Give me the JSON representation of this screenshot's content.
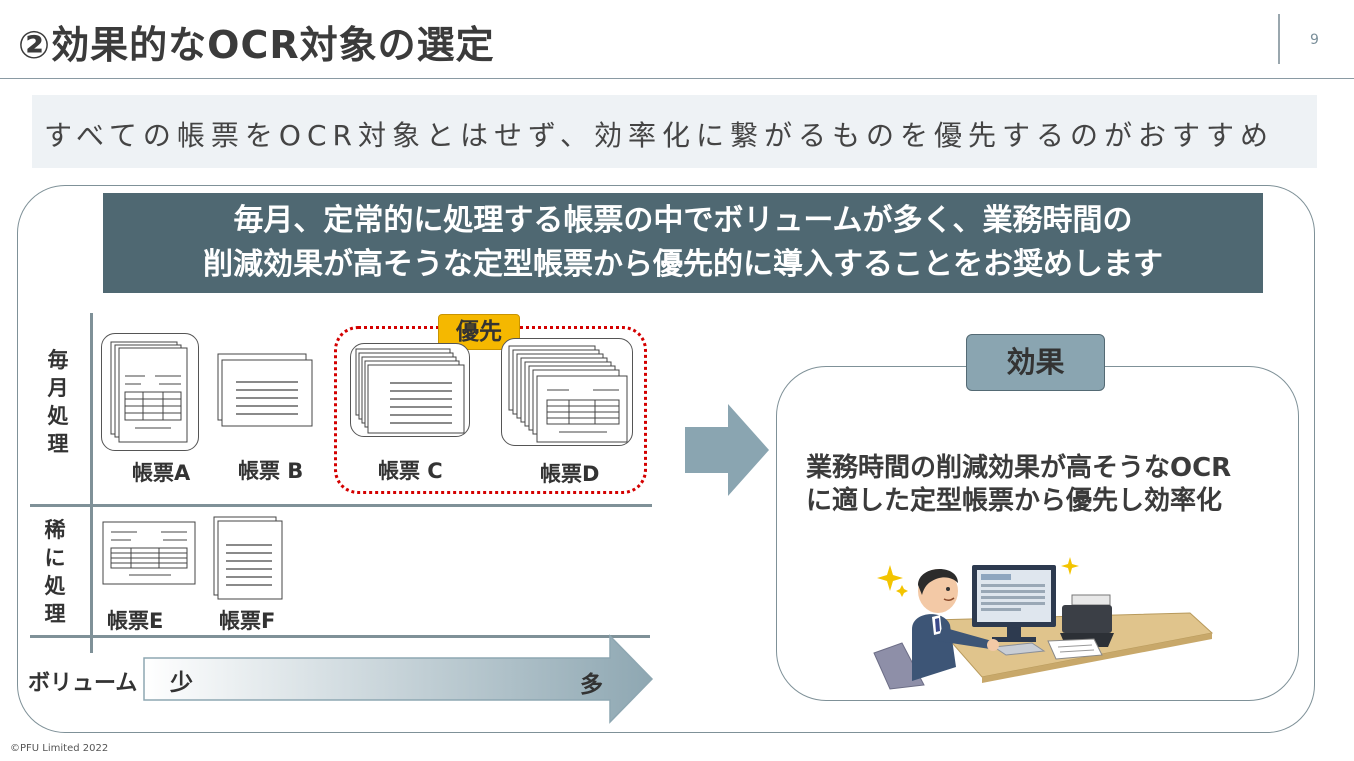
{
  "header": {
    "title": "②効果的なOCR対象の選定",
    "page_number": "9"
  },
  "banner": {
    "text": "すべての帳票をOCR対象とはせず、効率化に繋がるものを優先するのがおすすめ"
  },
  "headline": {
    "line1": "毎月、定常的に処理する帳票の中でボリュームが多く、業務時間の",
    "line2": "削減効果が高そうな定型帳票から優先的に導入することをお奨めします"
  },
  "matrix": {
    "row_monthly": "毎月処理",
    "row_rare": "稀に処理",
    "priority_label": "優先",
    "documents": {
      "a": "帳票A",
      "b": "帳票 B",
      "c": "帳票 C",
      "d": "帳票D",
      "e": "帳票E",
      "f": "帳票F"
    },
    "volume": {
      "label": "ボリューム",
      "low": "少",
      "high": "多"
    }
  },
  "effect": {
    "tag": "効果",
    "line1": "業務時間の削減効果が高そうなOCR",
    "line2": "に適した定型帳票から優先し効率化"
  },
  "footer": {
    "copyright": "©PFU Limited 2022"
  },
  "colors": {
    "headline_bg": "#4f6872",
    "priority_tag": "#f5b800",
    "priority_border": "#d40000",
    "effect_tag": "#8aa5b1",
    "arrow": "#8aa5b1"
  }
}
